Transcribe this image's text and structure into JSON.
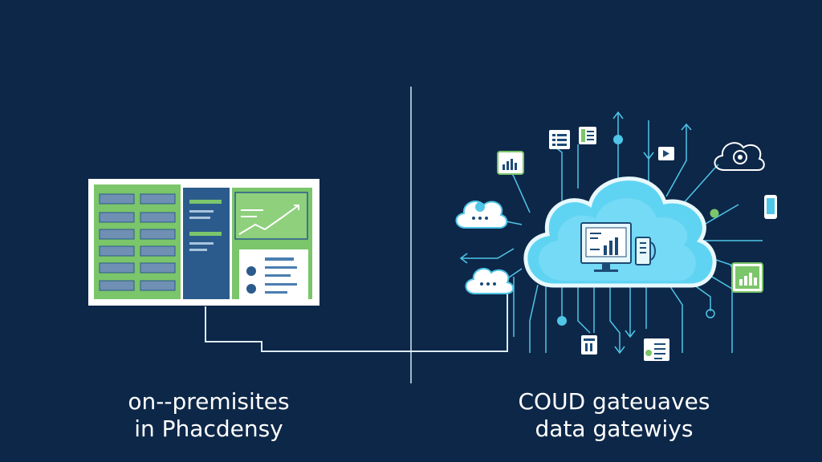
{
  "colors": {
    "background": "#0d2748",
    "panel_green": "#7bc56a",
    "panel_blue": "#2b5b8c",
    "cloud_cyan": "#5fd4f2",
    "line_cyan": "#4fc6e8",
    "line_light": "#cfe7f5",
    "white": "#ffffff"
  },
  "left_caption": {
    "line1": "on--premisites",
    "line2": "in Phacdensy"
  },
  "right_caption": {
    "line1": "COUD gateuaves",
    "line2": "data gatewiys"
  },
  "icons": [
    "server-panel-icon",
    "chart-icon",
    "list-icon",
    "document-icon",
    "cloud-icon",
    "monitor-icon",
    "phone-icon",
    "gear-icon",
    "play-icon",
    "bar-chart-icon",
    "trash-icon",
    "checklist-icon"
  ]
}
